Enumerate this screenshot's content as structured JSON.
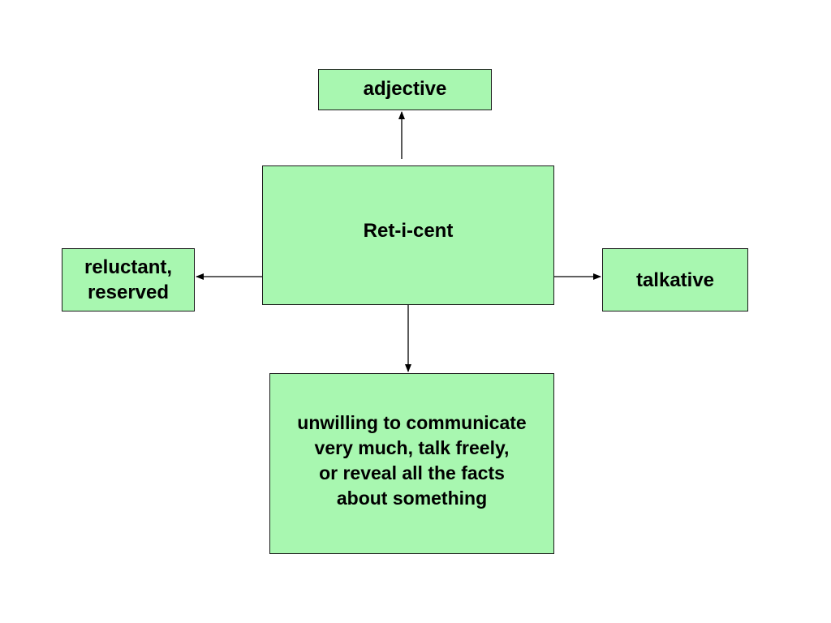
{
  "colors": {
    "node_fill": "#a8f7b0",
    "node_border": "#1a1a1a",
    "connector": "#000000",
    "text": "#000000"
  },
  "diagram": {
    "nodes": {
      "center": {
        "label": "Ret-i-cent"
      },
      "part_of_speech": {
        "label": "adjective"
      },
      "synonym": {
        "label": "reluctant,\nreserved"
      },
      "antonym": {
        "label": "talkative"
      },
      "definition": {
        "label": "unwilling to communicate\nvery much, talk freely,\nor reveal all the facts\nabout something"
      }
    },
    "edges": [
      {
        "from": "center",
        "to": "part_of_speech"
      },
      {
        "from": "center",
        "to": "synonym"
      },
      {
        "from": "center",
        "to": "antonym"
      },
      {
        "from": "center",
        "to": "definition"
      }
    ]
  }
}
